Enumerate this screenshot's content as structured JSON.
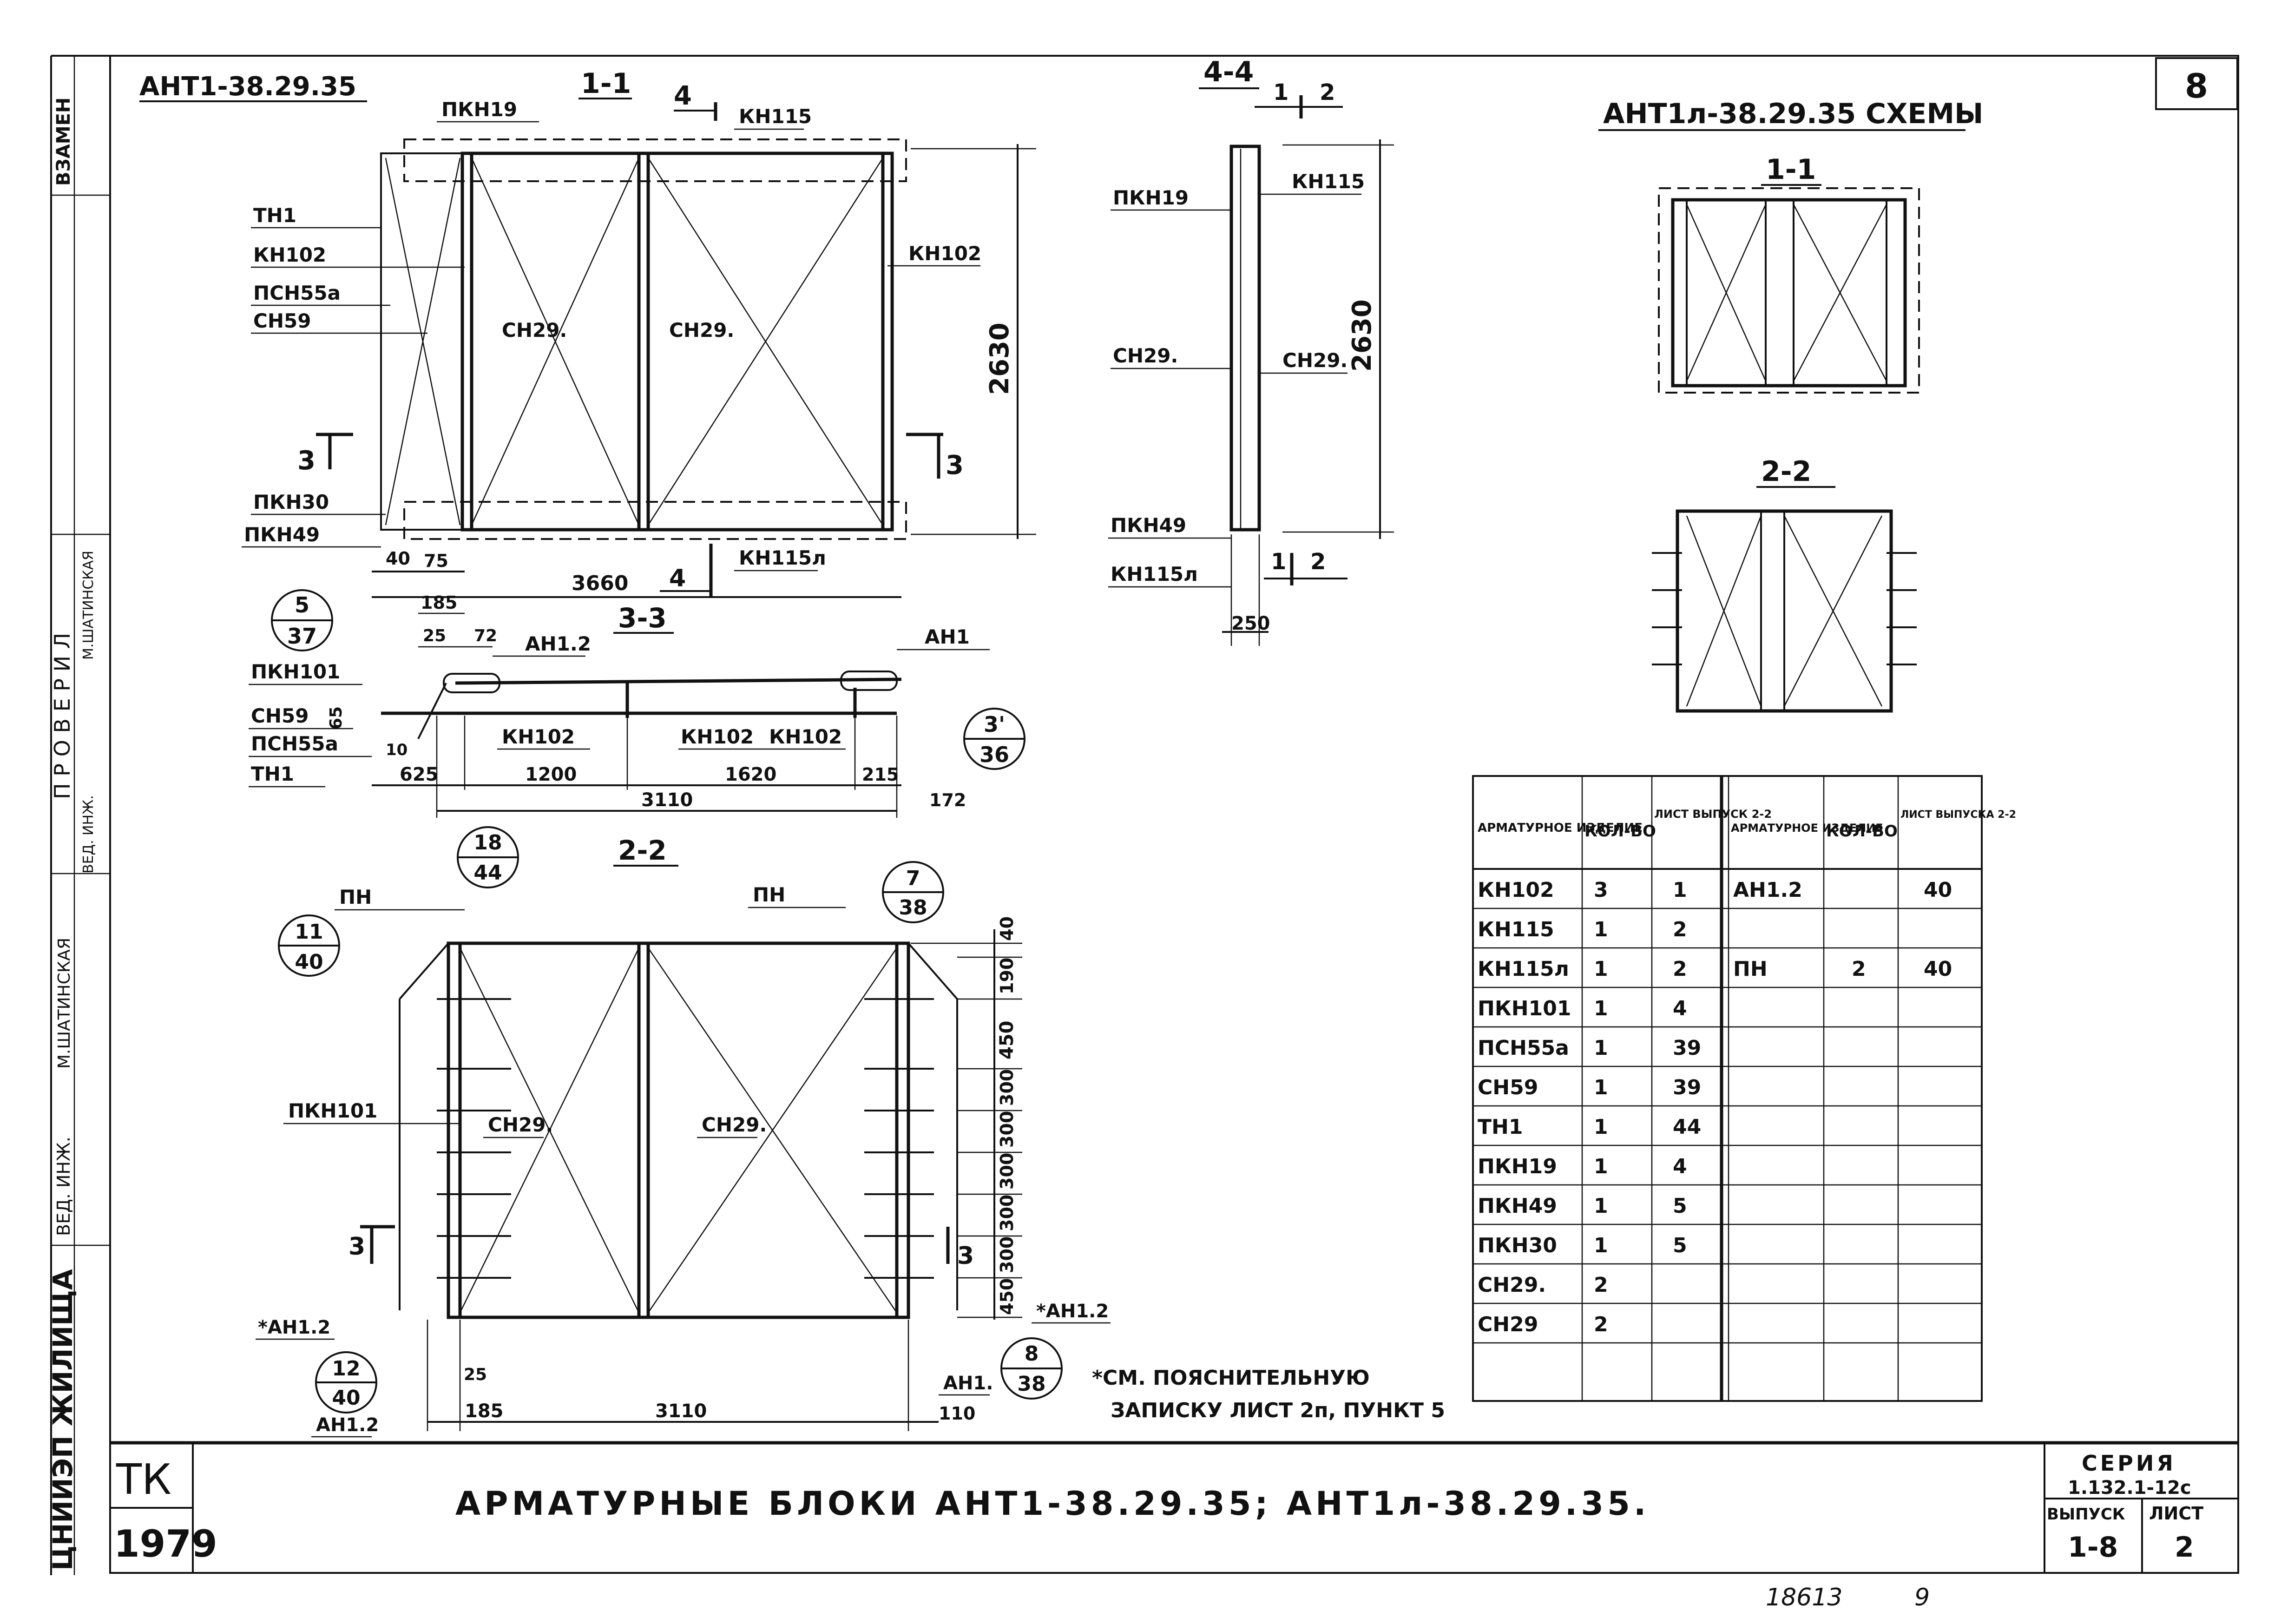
{
  "sheet_number": "8",
  "left_strip": {
    "replace": "ВЗАМЕН",
    "checked": "П Р О В Е Р И Л",
    "lead_eng_1": "ВЕД. ИНЖ.",
    "lead_eng_2": "ВЕД. ИНЖ.",
    "name_1": "М.ШАТИНСКАЯ",
    "name_2": "М.ШАТИНСКАЯ",
    "institute": "ЦНИИЭП ЖИЛИЩА"
  },
  "main_view": {
    "title": "АНТ1-38.29.35",
    "section": "1-1",
    "cut": "4",
    "labels": [
      "ПКН19",
      "КН115",
      "ТН1",
      "КН102",
      "ПСН55а",
      "СН59",
      "СН29.",
      "СН29.",
      "КН102",
      "ПКН30",
      "ПКН49",
      "КН115л",
      "4"
    ],
    "dims": [
      "2630",
      "3660",
      "40",
      "75"
    ],
    "cut3": "3"
  },
  "view_44": {
    "title": "4-4",
    "cut1": "1",
    "cut2": "2",
    "labels": [
      "ПКН19",
      "КН115",
      "СН29.",
      "СН29.",
      "ПКН49",
      "КН115л"
    ],
    "dims": [
      "2630",
      "250"
    ]
  },
  "view_33": {
    "title": "3-3",
    "labels": [
      "АН1.2",
      "АН1",
      "ПКН101",
      "СН59",
      "ПСН55а",
      "ТН1",
      "КН102",
      "КН102",
      "КН102"
    ],
    "dims": [
      "185",
      "25",
      "72",
      "65",
      "10",
      "625",
      "1200",
      "1620",
      "215",
      "3110",
      "172"
    ],
    "callouts": [
      {
        "top": "5",
        "bottom": "37"
      },
      {
        "top": "3'",
        "bottom": "36"
      }
    ]
  },
  "view_22": {
    "title": "2-2",
    "labels": [
      "ПН",
      "ПН",
      "ПКН101",
      "СН29.",
      "СН29.",
      "*АН1.2",
      "*АН1.2",
      "АН1.",
      "АН1.2"
    ],
    "dims_right": [
      "40",
      "190",
      "450",
      "300",
      "300",
      "300",
      "300",
      "300",
      "450"
    ],
    "dims_bottom": [
      "25",
      "185",
      "3110",
      "110"
    ],
    "cut3": "3",
    "callouts": [
      {
        "top": "18",
        "bottom": "44"
      },
      {
        "top": "7",
        "bottom": "38"
      },
      {
        "top": "11",
        "bottom": "40"
      },
      {
        "top": "12",
        "bottom": "40"
      },
      {
        "top": "8",
        "bottom": "38"
      }
    ]
  },
  "note": {
    "line1": "*СМ. ПОЯСНИТЕЛЬНУЮ",
    "line2": "ЗАПИСКУ ЛИСТ 2п, ПУНКТ 5"
  },
  "schemes": {
    "title": "АНТ1л-38.29.35 СХЕМЫ",
    "s1": "1-1",
    "s2": "2-2"
  },
  "table": {
    "headers": [
      "АРМАТУРНОЕ ИЗДЕЛИЕ",
      "КОЛ-ВО",
      "ЛИСТ ВЫПУСК 2-2",
      "АРМАТУРНОЕ ИЗДЕЛИЕ",
      "КОЛ-ВО",
      "ЛИСТ ВЫПУСКА 2-2"
    ],
    "rows": [
      [
        "КН102",
        "3",
        "1",
        "АН1.2",
        "",
        "40"
      ],
      [
        "КН115",
        "1",
        "2",
        "",
        "",
        ""
      ],
      [
        "КН115л",
        "1",
        "2",
        "ПН",
        "2",
        "40"
      ],
      [
        "ПКН101",
        "1",
        "4",
        "",
        "",
        ""
      ],
      [
        "ПСН55а",
        "1",
        "39",
        "",
        "",
        ""
      ],
      [
        "СН59",
        "1",
        "39",
        "",
        "",
        ""
      ],
      [
        "ТН1",
        "1",
        "44",
        "",
        "",
        ""
      ],
      [
        "ПКН19",
        "1",
        "4",
        "",
        "",
        ""
      ],
      [
        "ПКН49",
        "1",
        "5",
        "",
        "",
        ""
      ],
      [
        "ПКН30",
        "1",
        "5",
        "",
        "",
        ""
      ],
      [
        "СН29.",
        "2",
        "",
        "",
        "",
        ""
      ],
      [
        "СН29",
        "2",
        "",
        "",
        "",
        ""
      ]
    ]
  },
  "title_block": {
    "tk": "ТК",
    "year": "1979",
    "title": "АРМАТУРНЫЕ БЛОКИ АНТ1-38.29.35; АНТ1л-38.29.35.",
    "series_label": "СЕРИЯ",
    "series_value": "1.132.1-12с",
    "issue_label": "ВЫПУСК",
    "issue_value": "1-8",
    "sheet_label": "ЛИСТ",
    "sheet_value": "2"
  },
  "footer": {
    "code": "18613",
    "page": "9"
  }
}
